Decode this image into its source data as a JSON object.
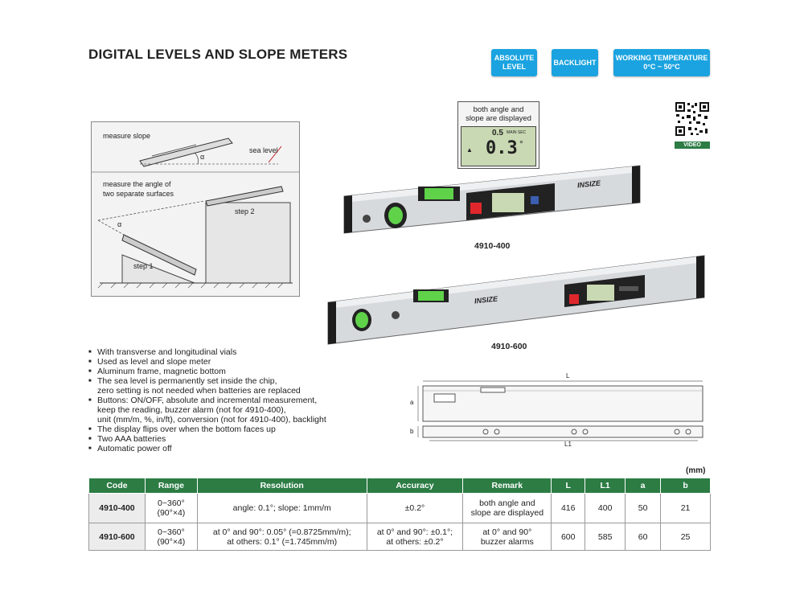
{
  "title": "DIGITAL LEVELS AND SLOPE METERS",
  "badges": [
    {
      "label": "ABSOLUTE\nLEVEL"
    },
    {
      "label": "BACKLIGHT"
    },
    {
      "label": "WORKING TEMPERATURE\n0°C ~ 50°C"
    }
  ],
  "colors": {
    "badge": "#1aa3e0",
    "table_header": "#2c7c44"
  },
  "diagram": {
    "measure_slope": "measure slope",
    "sea_level": "sea level",
    "alpha": "α",
    "measure_angle_line1": "measure the angle of",
    "measure_angle_line2": "two separate surfaces",
    "step1": "step 1",
    "step2": "step 2"
  },
  "display_callout": {
    "line1": "both angle and",
    "line2": "slope are displayed",
    "top_reading": "0.5",
    "top_unit": "MAIN SEC",
    "main_reading": "0.3",
    "unit": "°"
  },
  "brand": "INSIZE",
  "products": [
    {
      "code": "4910-400"
    },
    {
      "code": "4910-600"
    }
  ],
  "qr_label": "VIDEO",
  "dims_drawing": {
    "L": "L",
    "L1": "L1",
    "a": "a",
    "b": "b"
  },
  "features": [
    "With transverse and longitudinal vials",
    "Used as level and slope meter",
    "Aluminum frame, magnetic bottom",
    "The sea level is permanently set inside the chip,",
    "zero setting is not needed when batteries are replaced",
    "Buttons: ON/OFF, absolute and incremental measurement,",
    "keep the reading, buzzer alarm (not for 4910-400),",
    "unit (mm/m, %, in/ft), conversion (not for 4910-400), backlight",
    "The display flips over when the bottom faces up",
    "Two AAA batteries",
    "Automatic power off"
  ],
  "unit_note": "(mm)",
  "table": {
    "headers": [
      "Code",
      "Range",
      "Resolution",
      "Accuracy",
      "Remark",
      "L",
      "L1",
      "a",
      "b"
    ],
    "rows": [
      {
        "code": "4910-400",
        "range1": "0~360°",
        "range2": "(90°×4)",
        "res1": "angle: 0.1°;  slope: 1mm/m",
        "res2": "",
        "acc1": "±0.2°",
        "acc2": "",
        "rem1": "both angle and",
        "rem2": "slope are displayed",
        "L": "416",
        "L1": "400",
        "a": "50",
        "b": "21"
      },
      {
        "code": "4910-600",
        "range1": "0~360°",
        "range2": "(90°×4)",
        "res1": "at 0° and 90°: 0.05° (=0.8725mm/m);",
        "res2": "at others: 0.1° (=1.745mm/m)",
        "acc1": "at 0° and 90°: ±0.1°;",
        "acc2": "at others: ±0.2°",
        "rem1": "at 0° and 90°",
        "rem2": "buzzer alarms",
        "L": "600",
        "L1": "585",
        "a": "60",
        "b": "25"
      }
    ]
  }
}
